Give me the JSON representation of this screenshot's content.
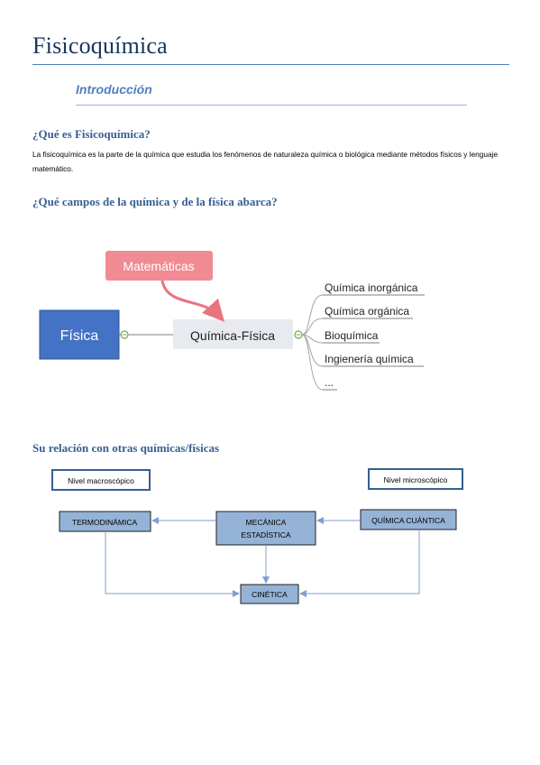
{
  "document": {
    "title": "Fisicoquímica",
    "subtitle": "Introducción"
  },
  "section1": {
    "heading": "¿Qué es Fisicoquímica?",
    "paragraph": "La fisicoquímica es la parte de la química que estudia los fenómenos de naturaleza química o biológica mediante métodos físicos y lenguaje matemático."
  },
  "section2": {
    "heading": "¿Qué campos de la química y de la física abarca?",
    "mindmap": {
      "root": "Física",
      "center": "Química-Física",
      "input": "Matemáticas",
      "branches": [
        "Química inorgánica",
        "Química orgánica",
        "Bioquímica",
        "Ingienería química",
        "..."
      ]
    }
  },
  "section3": {
    "heading": "Su relación con otras químicas/físicas",
    "diagram": {
      "label_macro": "Nivel macroscópico",
      "label_micro": "Nivel microscópico",
      "box_termo": "TERMODINÁMICA",
      "box_mecanica_line1": "MECÁNICA",
      "box_mecanica_line2": "ESTADÍSTICA",
      "box_cuantica": "QUÍMICA CUÁNTICA",
      "box_cinetica": "CINÉTICA"
    }
  },
  "colors": {
    "title": "#17365d",
    "accent": "#4f81bd",
    "heading": "#365f91",
    "fisica_box": "#4472c4",
    "matematicas_box": "#f08a93",
    "arrow_pink": "#e8747f",
    "center_box": "#e8eaf0",
    "relation_box": "#95b3d7",
    "relation_arrow": "#7f9ed2",
    "node_green": "#70ad47"
  }
}
